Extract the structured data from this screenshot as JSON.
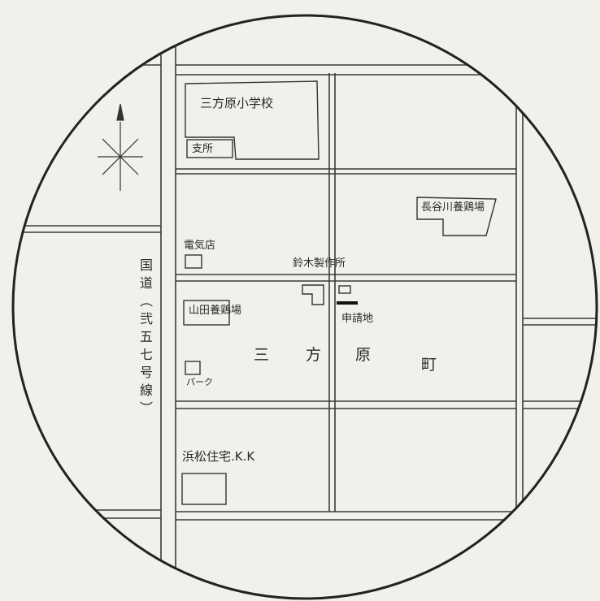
{
  "map": {
    "labels": {
      "school": "三方原小学校",
      "branch_office": "支所",
      "nagai_farm": "長谷川養鶏場",
      "electric_shop": "電気店",
      "suzuki_shop": "鈴木製作所",
      "yamada_farm": "山田養鶏場",
      "applicant_site": "申請地",
      "park": "パーク",
      "town_char_1": "三",
      "town_char_2": "方",
      "town_char_3": "原",
      "town_char_4": "町",
      "company": "浜松住宅.K.K",
      "national_road": "国道（弐五七号線）"
    },
    "colors": {
      "paper": "#f1f0ea",
      "ink": "#2a2a2a",
      "marker": "#111111"
    },
    "icons": [
      "compass-rose-icon"
    ]
  }
}
